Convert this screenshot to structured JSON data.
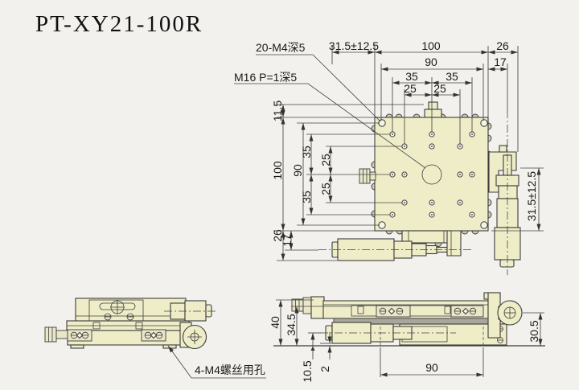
{
  "title": "PT-XY21-100R",
  "colors": {
    "background": "#f2f1ed",
    "body_fill": "#efedc8",
    "outline": "#3c3c3c",
    "dimension_text": "#1a1a1a"
  },
  "callouts": {
    "top_holes": "20-M4深5",
    "center_thread": "M16 P=1深5",
    "base_holes": "4-M4螺丝用孔"
  },
  "dims": {
    "plan_travel_top": "31.5±12.5",
    "plan_width": "100",
    "plan_right_offset": "26",
    "plan_bolt_span": "90",
    "plan_axis_offset": "17",
    "plan_pitch35_left": "35",
    "plan_pitch35_right": "35",
    "plan_pitch25_left": "25",
    "plan_pitch25_right": "25",
    "plan_knob_offset": "11.5",
    "plan_height": "100",
    "plan_bolt_span_v": "90",
    "plan_pitch35_top": "35",
    "plan_pitch25_top": "25",
    "plan_pitch25_bottom": "25",
    "plan_pitch35_bottom": "35",
    "plan_bottom_offset": "26",
    "plan_bottom_axis": "17",
    "plan_travel_right": "31.5±12.5",
    "front_total_height": "40",
    "front_stage_height": "34.5",
    "front_axis_height": "10.5",
    "front_clearance": "2",
    "front_mount_span": "90",
    "front_knob_height": "30.5"
  }
}
